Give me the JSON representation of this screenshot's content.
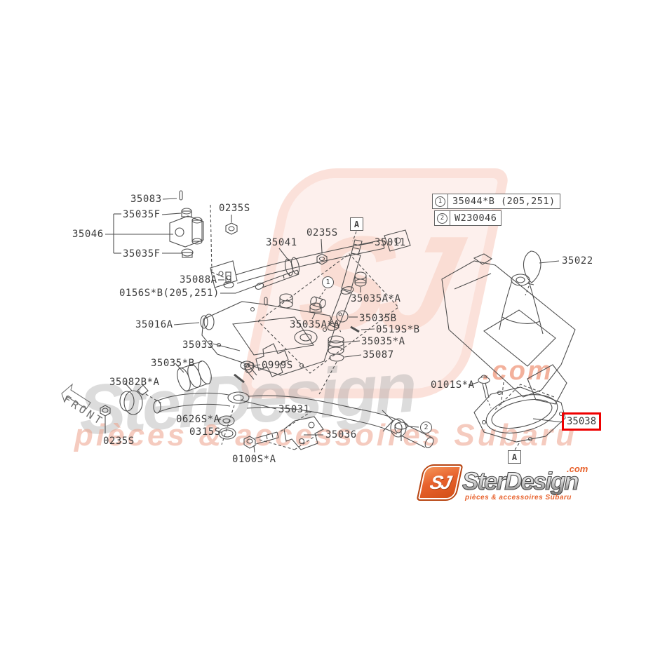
{
  "legend": {
    "rows": [
      {
        "num": "1",
        "text": "35044*B (205,251)"
      },
      {
        "num": "2",
        "text": "W230046"
      }
    ]
  },
  "markers": {
    "box_a_top": "A",
    "box_a_bottom": "A",
    "circle_1": "1",
    "circle_2": "2"
  },
  "front_label": "FRONT",
  "highlighted_part": {
    "text": "35038",
    "box_color": "#ee0000"
  },
  "labels": [
    "35083",
    "35035F",
    "35046",
    "35035F",
    "0235S",
    "35041",
    "0235S",
    "35011",
    "35088A",
    "0156S*B(205,251)",
    "35035A*A",
    "35016A",
    "35035A*A",
    "35035B",
    "0519S*B",
    "35033",
    "35035*A",
    "35087",
    "35035*B",
    "0999S",
    "35082B*A",
    "35031",
    "0626S*A",
    "0315S",
    "35036",
    "0235S",
    "0100S*A",
    "0101S*A",
    "35022"
  ],
  "watermarks": {
    "emblem": "SJ",
    "brand": "SterDesign",
    "domain": ".com",
    "tagline": "pièces & accessoires Subaru",
    "accent_color": "#e8622d"
  },
  "logo": {
    "emblem": "SJ",
    "name": "SterDesign",
    "domain": ".com",
    "tagline": "pièces & accessoires Subaru"
  }
}
